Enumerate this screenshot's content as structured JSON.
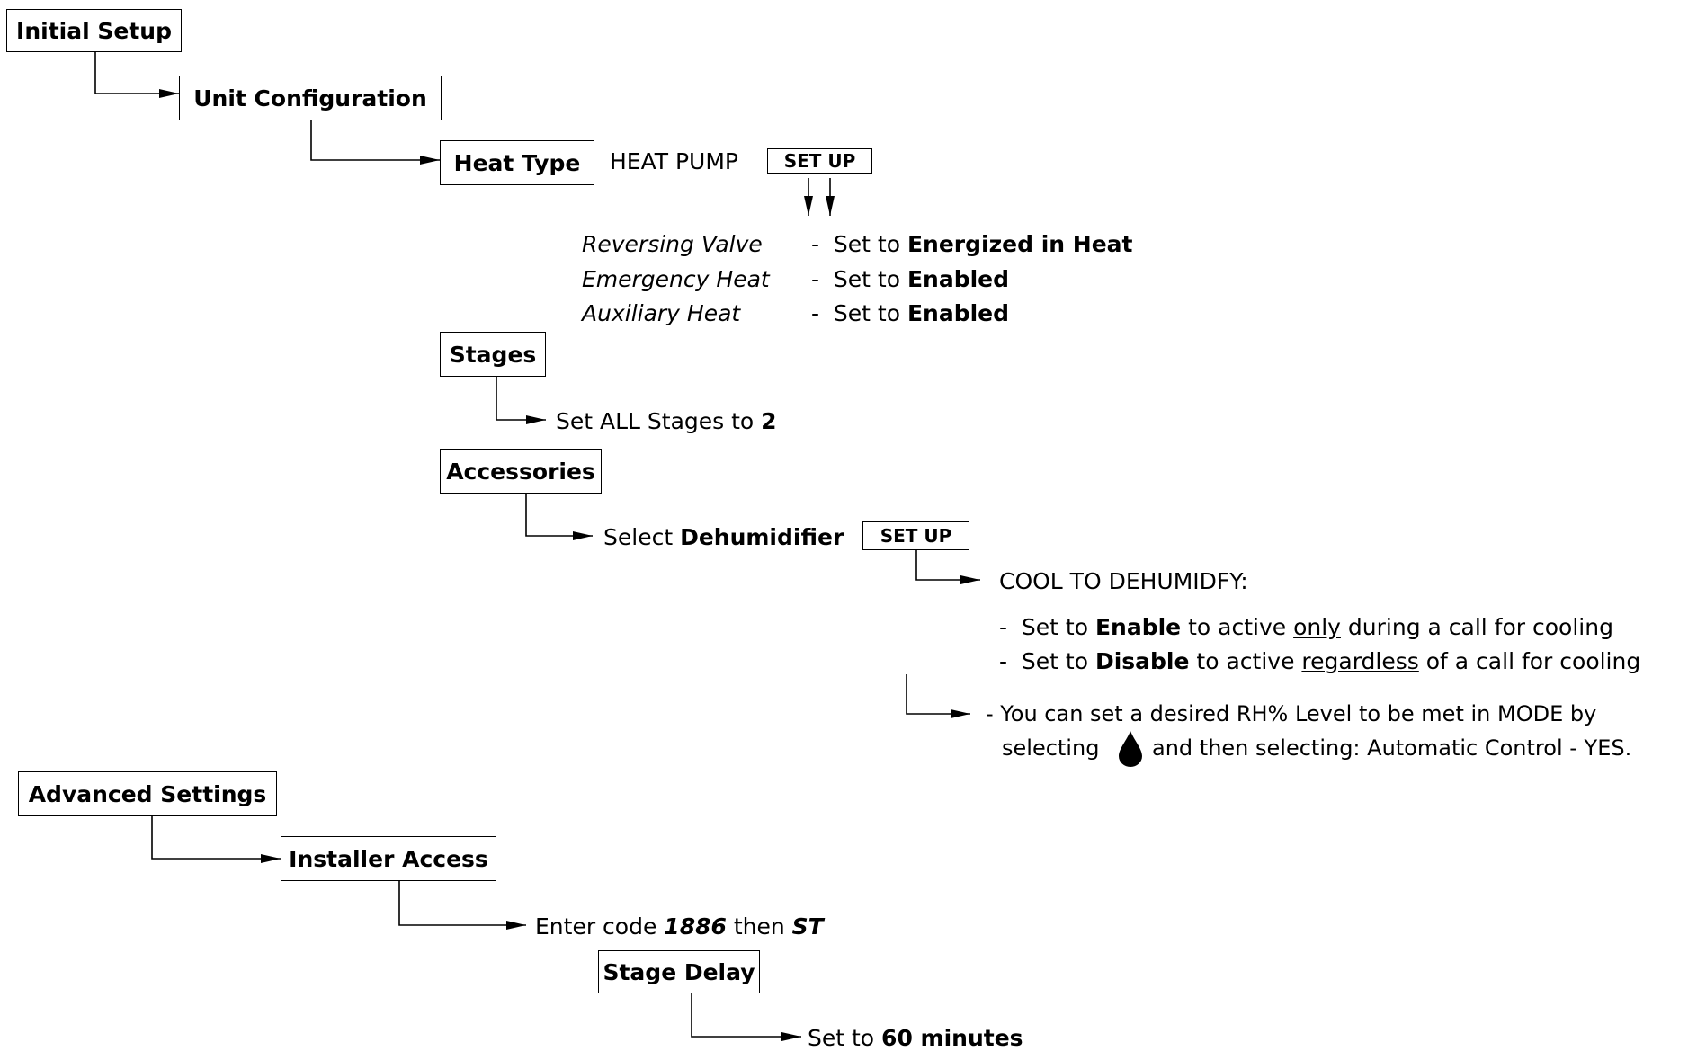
{
  "nodes": {
    "initial_setup": "Initial Setup",
    "unit_configuration": "Unit Configuration",
    "heat_type": "Heat Type",
    "stages": "Stages",
    "accessories": "Accessories",
    "advanced_settings": "Advanced Settings",
    "installer_access": "Installer Access",
    "stage_delay": "Stage Delay"
  },
  "heat_type_value": "HEAT PUMP",
  "setup_button_label": "SET UP",
  "heat_pump_settings": [
    {
      "label": "Reversing Valve",
      "prefix": "-  Set to ",
      "value": "Energized in Heat"
    },
    {
      "label": "Emergency Heat",
      "prefix": "-  Set to ",
      "value": "Enabled"
    },
    {
      "label": "Auxiliary Heat",
      "prefix": "-  Set to ",
      "value": "Enabled"
    }
  ],
  "stages_instruction": {
    "prefix": "Set ALL Stages to ",
    "value": "2"
  },
  "accessories_instruction": {
    "prefix": "Select ",
    "value": "Dehumidifier"
  },
  "dehumidify": {
    "heading": "COOL TO DEHUMIDFY:",
    "enable_line": {
      "p1": "-  Set to ",
      "b": "Enable",
      "p2": " to active ",
      "u": "only",
      "p3": " during a call for cooling"
    },
    "disable_line": {
      "p1": "-  Set to ",
      "b": "Disable",
      "p2": " to active ",
      "u": "regardless",
      "p3": " of a call for cooling"
    },
    "rh_line1": "- You can set a desired RH% Level to be met in MODE by",
    "rh_line2_a": "selecting",
    "rh_line2_b": "and then selecting:  Automatic Control  -  YES.",
    "drop_icon": "water-drop-icon"
  },
  "installer_instruction": {
    "p1": "Enter code ",
    "code": "1886",
    "p2": " then ",
    "key": "ST"
  },
  "stage_delay_instruction": {
    "prefix": "Set to ",
    "value": "60 minutes"
  }
}
